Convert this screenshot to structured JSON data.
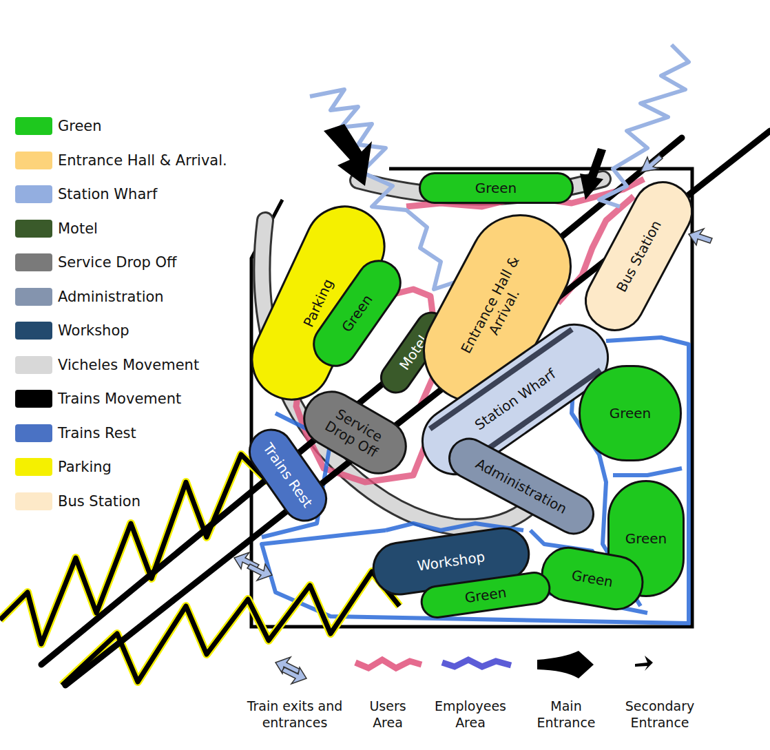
{
  "diagram": {
    "nodes": [
      {
        "text": [
          "Green"
        ]
      },
      {
        "text": [
          "Parking"
        ]
      },
      {
        "text": [
          "Green"
        ]
      },
      {
        "text": [
          "Motel"
        ]
      },
      {
        "text": [
          "Entrance Hall & Arrival."
        ]
      },
      {
        "text": [
          "Bus Station"
        ]
      },
      {
        "text": [
          "Station Wharf"
        ]
      },
      {
        "text": [
          "Service Drop Off"
        ]
      },
      {
        "text": [
          "Trains Rest"
        ]
      },
      {
        "text": [
          "Administration"
        ]
      },
      {
        "text": [
          "Green"
        ]
      },
      {
        "text": [
          "Green"
        ]
      },
      {
        "text": [
          "Workshop"
        ]
      },
      {
        "text": [
          "Green"
        ]
      },
      {
        "text": [
          "Green"
        ]
      }
    ],
    "legend": [
      {
        "text": "Green",
        "color": "#1ec81e"
      },
      {
        "text": "Entrance Hall & Arrival.",
        "color": "#fdd37a"
      },
      {
        "text": "Station Wharf",
        "color": "#93aee0"
      },
      {
        "text": "Motel",
        "color": "#3a5a2a"
      },
      {
        "text": "Service Drop Off",
        "color": "#7a7a7a"
      },
      {
        "text": "Administration",
        "color": "#8494ae"
      },
      {
        "text": "Workshop",
        "color": "#234a6e"
      },
      {
        "text": "Vicheles Movement",
        "color": "#d8d8d8"
      },
      {
        "text": "Trains Movement",
        "color": "#000000"
      },
      {
        "text": "Trains Rest",
        "color": "#4a72c4"
      },
      {
        "text": "Parking",
        "color": "#f5f000"
      },
      {
        "text": "Bus Station",
        "color": "#fde9c8"
      },
      {
        "text": "Train exits and entrances"
      },
      {
        "text": "Users Area"
      },
      {
        "text": "Employees Area"
      },
      {
        "text": "Main Entrance"
      },
      {
        "text": "Secondary Entrance"
      }
    ]
  }
}
